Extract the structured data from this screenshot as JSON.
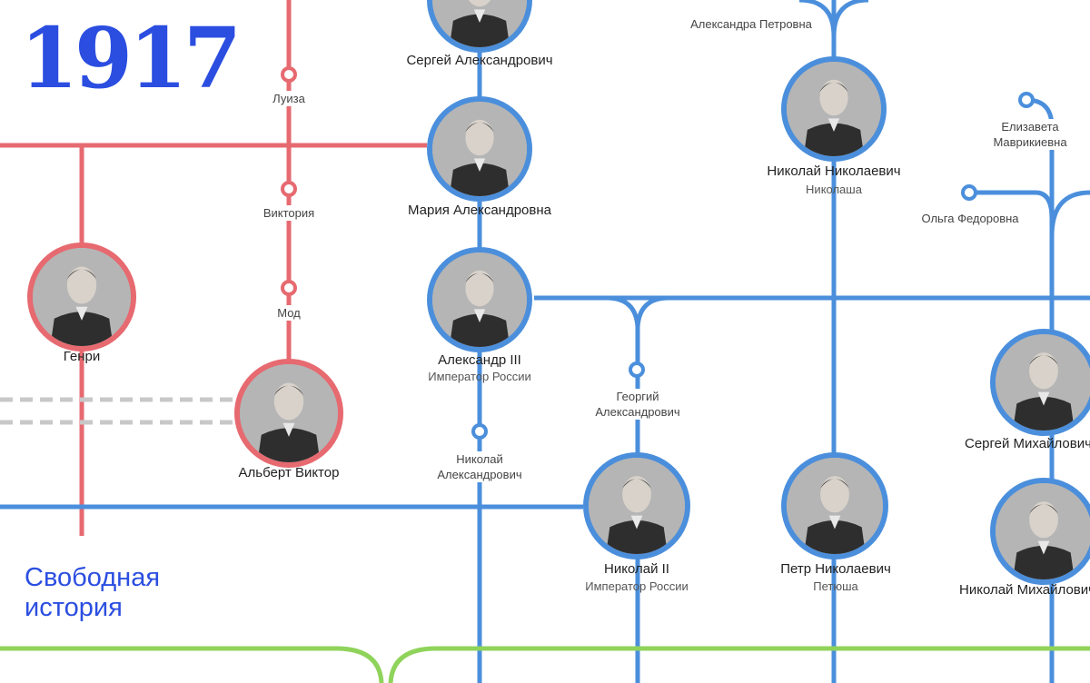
{
  "logo": {
    "title": "1917"
  },
  "brand": {
    "line1": "Свободная",
    "line2": "история"
  },
  "colors": {
    "red": "#e66a70",
    "blue": "#4b8fdc",
    "green": "#8fd35a",
    "brand": "#2b4ee0",
    "gray": "#c8c8c8"
  },
  "people": {
    "sergei_alex": {
      "name": "Сергей Александрович"
    },
    "maria": {
      "name": "Мария Александровна"
    },
    "alexander3": {
      "name": "Александр III",
      "title": "Император России"
    },
    "nikolai_nik": {
      "name": "Николай Николаевич",
      "title": "Николаша"
    },
    "genri": {
      "name": "Генри"
    },
    "albert": {
      "name": "Альберт Виктор"
    },
    "nikolai2": {
      "name": "Николай II",
      "title": "Император России"
    },
    "petr": {
      "name": "Петр Николаевич",
      "title": "Петюша"
    },
    "sergei_mikh": {
      "name": "Сергей Михайлович"
    },
    "nikolai_mikh": {
      "name": "Николай Михайлович"
    }
  },
  "minor": {
    "luiza": "Луиза",
    "viktoria": "Виктория",
    "mod": "Мод",
    "alexandra": "Александра Петровна",
    "elizaveta_1": "Елизавета",
    "elizaveta_2": "Маврикиевна",
    "olga": "Ольга Федоровна",
    "georgy_1": "Георгий",
    "georgy_2": "Александрович",
    "nikolai_a_1": "Николай",
    "nikolai_a_2": "Александрович"
  }
}
